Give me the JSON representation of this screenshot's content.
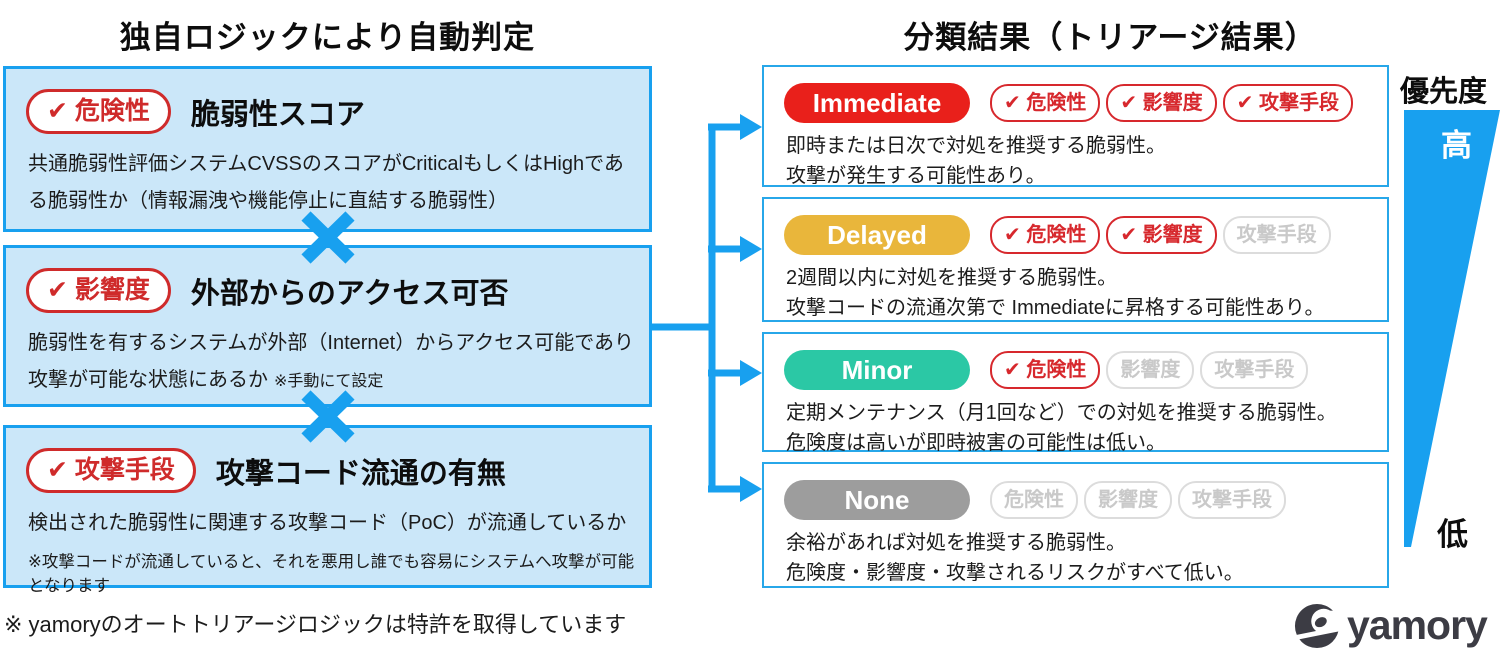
{
  "left": {
    "title": "独自ロジックにより自動判定",
    "criteria": [
      {
        "badge": "✔ 危険性",
        "heading": "脆弱性スコア",
        "body": "共通脆弱性評価システムCVSSのスコアがCriticalもしくはHighである脆弱性か（情報漏洩や機能停止に直結する脆弱性）"
      },
      {
        "badge": "✔ 影響度",
        "heading": "外部からのアクセス可否",
        "body": "脆弱性を有するシステムが外部（Internet）からアクセス可能であり攻撃が可能な状態にあるか",
        "inline_note": "※手動にて設定"
      },
      {
        "badge": "✔ 攻撃手段",
        "heading": "攻撃コード流通の有無",
        "body": "検出された脆弱性に関連する攻撃コード（PoC）が流通しているか",
        "note": "※攻撃コードが流通していると、それを悪用し誰でも容易にシステムへ攻撃が可能となります"
      }
    ],
    "footnote": "※ yamoryのオートトリアージロジックは特許を取得しています"
  },
  "right": {
    "title": "分類結果（トリアージ結果）",
    "results": [
      {
        "level": "Immediate",
        "color": "#e9201b",
        "badges": [
          {
            "label": "✔ 危険性",
            "checked": true
          },
          {
            "label": "✔ 影響度",
            "checked": true
          },
          {
            "label": "✔ 攻撃手段",
            "checked": true
          }
        ],
        "lines": [
          "即時または日次で対処を推奨する脆弱性。",
          "攻撃が発生する可能性あり。"
        ]
      },
      {
        "level": "Delayed",
        "color": "#e9b63b",
        "badges": [
          {
            "label": "✔ 危険性",
            "checked": true
          },
          {
            "label": "✔ 影響度",
            "checked": true
          },
          {
            "label": "攻撃手段",
            "checked": false
          }
        ],
        "lines": [
          "2週間以内に対処を推奨する脆弱性。",
          "攻撃コードの流通次第で Immediateに昇格する可能性あり。"
        ]
      },
      {
        "level": "Minor",
        "color": "#2bc8a5",
        "badges": [
          {
            "label": "✔ 危険性",
            "checked": true
          },
          {
            "label": "影響度",
            "checked": false
          },
          {
            "label": "攻撃手段",
            "checked": false
          }
        ],
        "lines": [
          "定期メンテナンス（月1回など）での対処を推奨する脆弱性。",
          "危険度は高いが即時被害の可能性は低い。"
        ]
      },
      {
        "level": "None",
        "color": "#9d9d9d",
        "badges": [
          {
            "label": "危険性",
            "checked": false
          },
          {
            "label": "影響度",
            "checked": false
          },
          {
            "label": "攻撃手段",
            "checked": false
          }
        ],
        "lines": [
          "余裕があれば対処を推奨する脆弱性。",
          "危険度・影響度・攻撃されるリスクがすべて低い。"
        ]
      }
    ]
  },
  "priority": {
    "title": "優先度",
    "high": "高",
    "low": "低"
  },
  "logo": {
    "text": "yamory"
  },
  "colors": {
    "accent_blue": "#18a0ef",
    "box_fill_blue": "#cbe7f9",
    "badge_red": "#d7282d",
    "immediate_red": "#e9201b",
    "delayed_yellow": "#e9b63b",
    "minor_teal": "#2bc8a5",
    "none_gray": "#9d9d9d",
    "inactive_gray": "#c9c9c9",
    "logo_charcoal": "#3c3c44"
  }
}
